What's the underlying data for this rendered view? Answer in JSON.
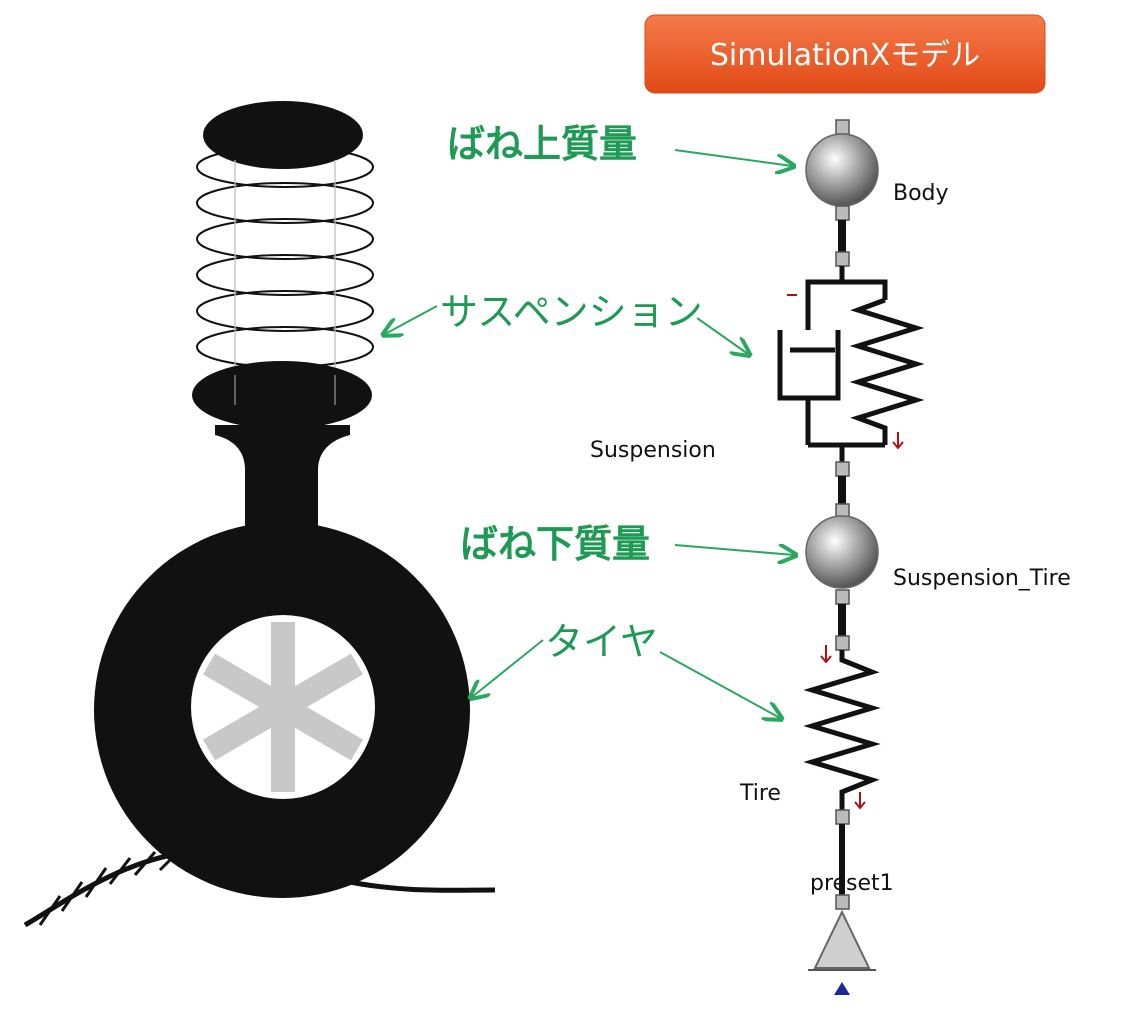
{
  "title_badge": {
    "text": "SimulationXモデル",
    "color": "#f05a28"
  },
  "annotations": {
    "sprung_mass": "ばね上質量",
    "suspension": "サスペンション",
    "unsprung_mass": "ばね下質量",
    "tire": "タイヤ"
  },
  "components": {
    "body": "Body",
    "suspension": "Suspension",
    "suspension_tire": "Suspension_Tire",
    "tire": "Tire",
    "preset": "preset1"
  },
  "colors": {
    "annotation": "#1e9a55",
    "arrow": "#2aa860",
    "ink": "#111111",
    "spokes": "#c8c8c8",
    "marker_red": "#b01010",
    "ground_marker": "#1a2a9a"
  }
}
